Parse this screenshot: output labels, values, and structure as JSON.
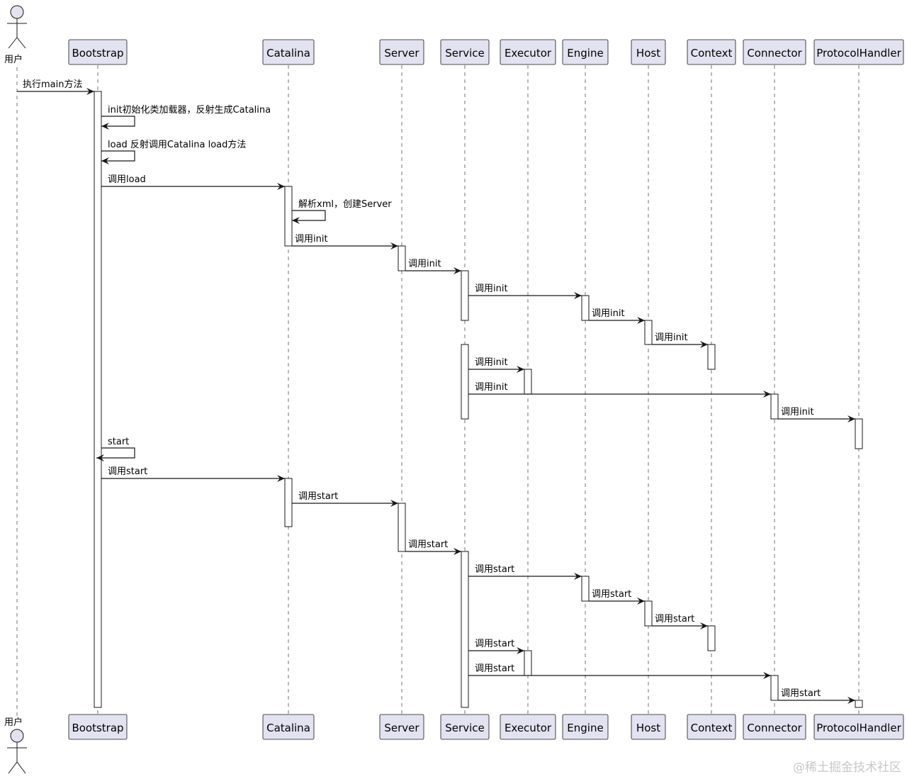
{
  "actor": {
    "label": "用户"
  },
  "participants": [
    {
      "id": "bootstrap",
      "label": "Bootstrap"
    },
    {
      "id": "catalina",
      "label": "Catalina"
    },
    {
      "id": "server",
      "label": "Server"
    },
    {
      "id": "service",
      "label": "Service"
    },
    {
      "id": "executor",
      "label": "Executor"
    },
    {
      "id": "engine",
      "label": "Engine"
    },
    {
      "id": "host",
      "label": "Host"
    },
    {
      "id": "context",
      "label": "Context"
    },
    {
      "id": "connector",
      "label": "Connector"
    },
    {
      "id": "protocolhandler",
      "label": "ProtocolHandler"
    }
  ],
  "messages": [
    {
      "from": "user",
      "to": "bootstrap",
      "label": "执行main方法"
    },
    {
      "from": "bootstrap",
      "to": "bootstrap",
      "label": "init初始化类加载器，反射生成Catalina"
    },
    {
      "from": "bootstrap",
      "to": "bootstrap",
      "label": "load 反射调用Catalina load方法"
    },
    {
      "from": "bootstrap",
      "to": "catalina",
      "label": "调用load"
    },
    {
      "from": "catalina",
      "to": "catalina",
      "label": "解析xml，创建Server"
    },
    {
      "from": "catalina",
      "to": "server",
      "label": "调用init"
    },
    {
      "from": "server",
      "to": "service",
      "label": "调用init"
    },
    {
      "from": "service",
      "to": "engine",
      "label": "调用init"
    },
    {
      "from": "engine",
      "to": "host",
      "label": "调用init"
    },
    {
      "from": "host",
      "to": "context",
      "label": "调用init"
    },
    {
      "from": "service",
      "to": "executor",
      "label": "调用init"
    },
    {
      "from": "service",
      "to": "connector",
      "label": "调用init"
    },
    {
      "from": "connector",
      "to": "protocolhandler",
      "label": "调用init"
    },
    {
      "from": "bootstrap",
      "to": "bootstrap",
      "label": "start"
    },
    {
      "from": "bootstrap",
      "to": "catalina",
      "label": "调用start"
    },
    {
      "from": "catalina",
      "to": "server",
      "label": "调用start"
    },
    {
      "from": "server",
      "to": "service",
      "label": "调用start"
    },
    {
      "from": "service",
      "to": "engine",
      "label": "调用start"
    },
    {
      "from": "engine",
      "to": "host",
      "label": "调用start"
    },
    {
      "from": "host",
      "to": "context",
      "label": "调用start"
    },
    {
      "from": "service",
      "to": "executor",
      "label": "调用start"
    },
    {
      "from": "service",
      "to": "connector",
      "label": "调用start"
    },
    {
      "from": "connector",
      "to": "protocolhandler",
      "label": "调用start"
    }
  ],
  "watermark": "@稀土掘金技术社区"
}
